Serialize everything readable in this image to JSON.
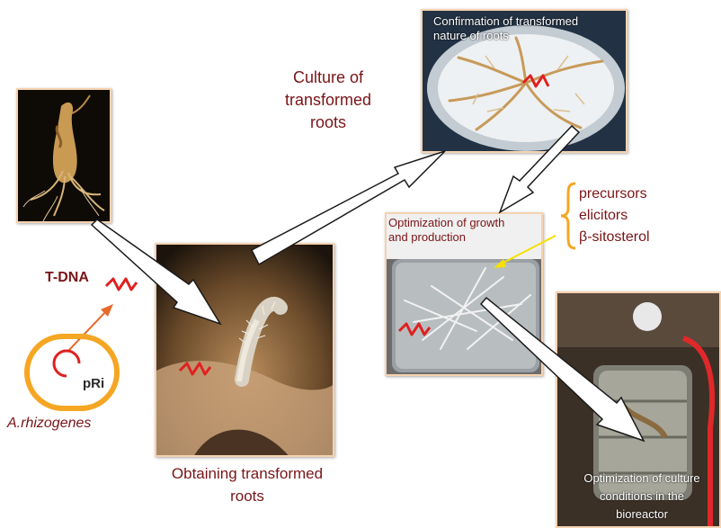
{
  "steps": {
    "culture": "Culture of\ntransformed\nroots",
    "obtaining": "Obtaining transformed\nroots",
    "confirmation": "Confirmation of transformed\nnature of roots",
    "optimization_growth": "Optimization of growth\nand production",
    "optimization_culture": "Optimization of culture\nconditions in the\nbioreactor"
  },
  "labels": {
    "tdna": "T-DNA",
    "pri": "pRi",
    "agrobacterium": "A.rhizogenes"
  },
  "additives": [
    "precursors",
    "elicitors",
    "β-sitosterol"
  ],
  "colors": {
    "label_red": "#7a1417",
    "arrow_outline": "#1a1a1a",
    "bacterium": "#f5a623",
    "bracket": "#f5a623",
    "yellow_arrow": "#f7e000",
    "squiggle": "#e02020",
    "photo_border": "#f5d2b0"
  },
  "icons": {
    "dna": "squiggle-dna-icon",
    "plasmid": "plasmid-ring-icon",
    "bacterium": "bacterium-capsule-icon"
  }
}
